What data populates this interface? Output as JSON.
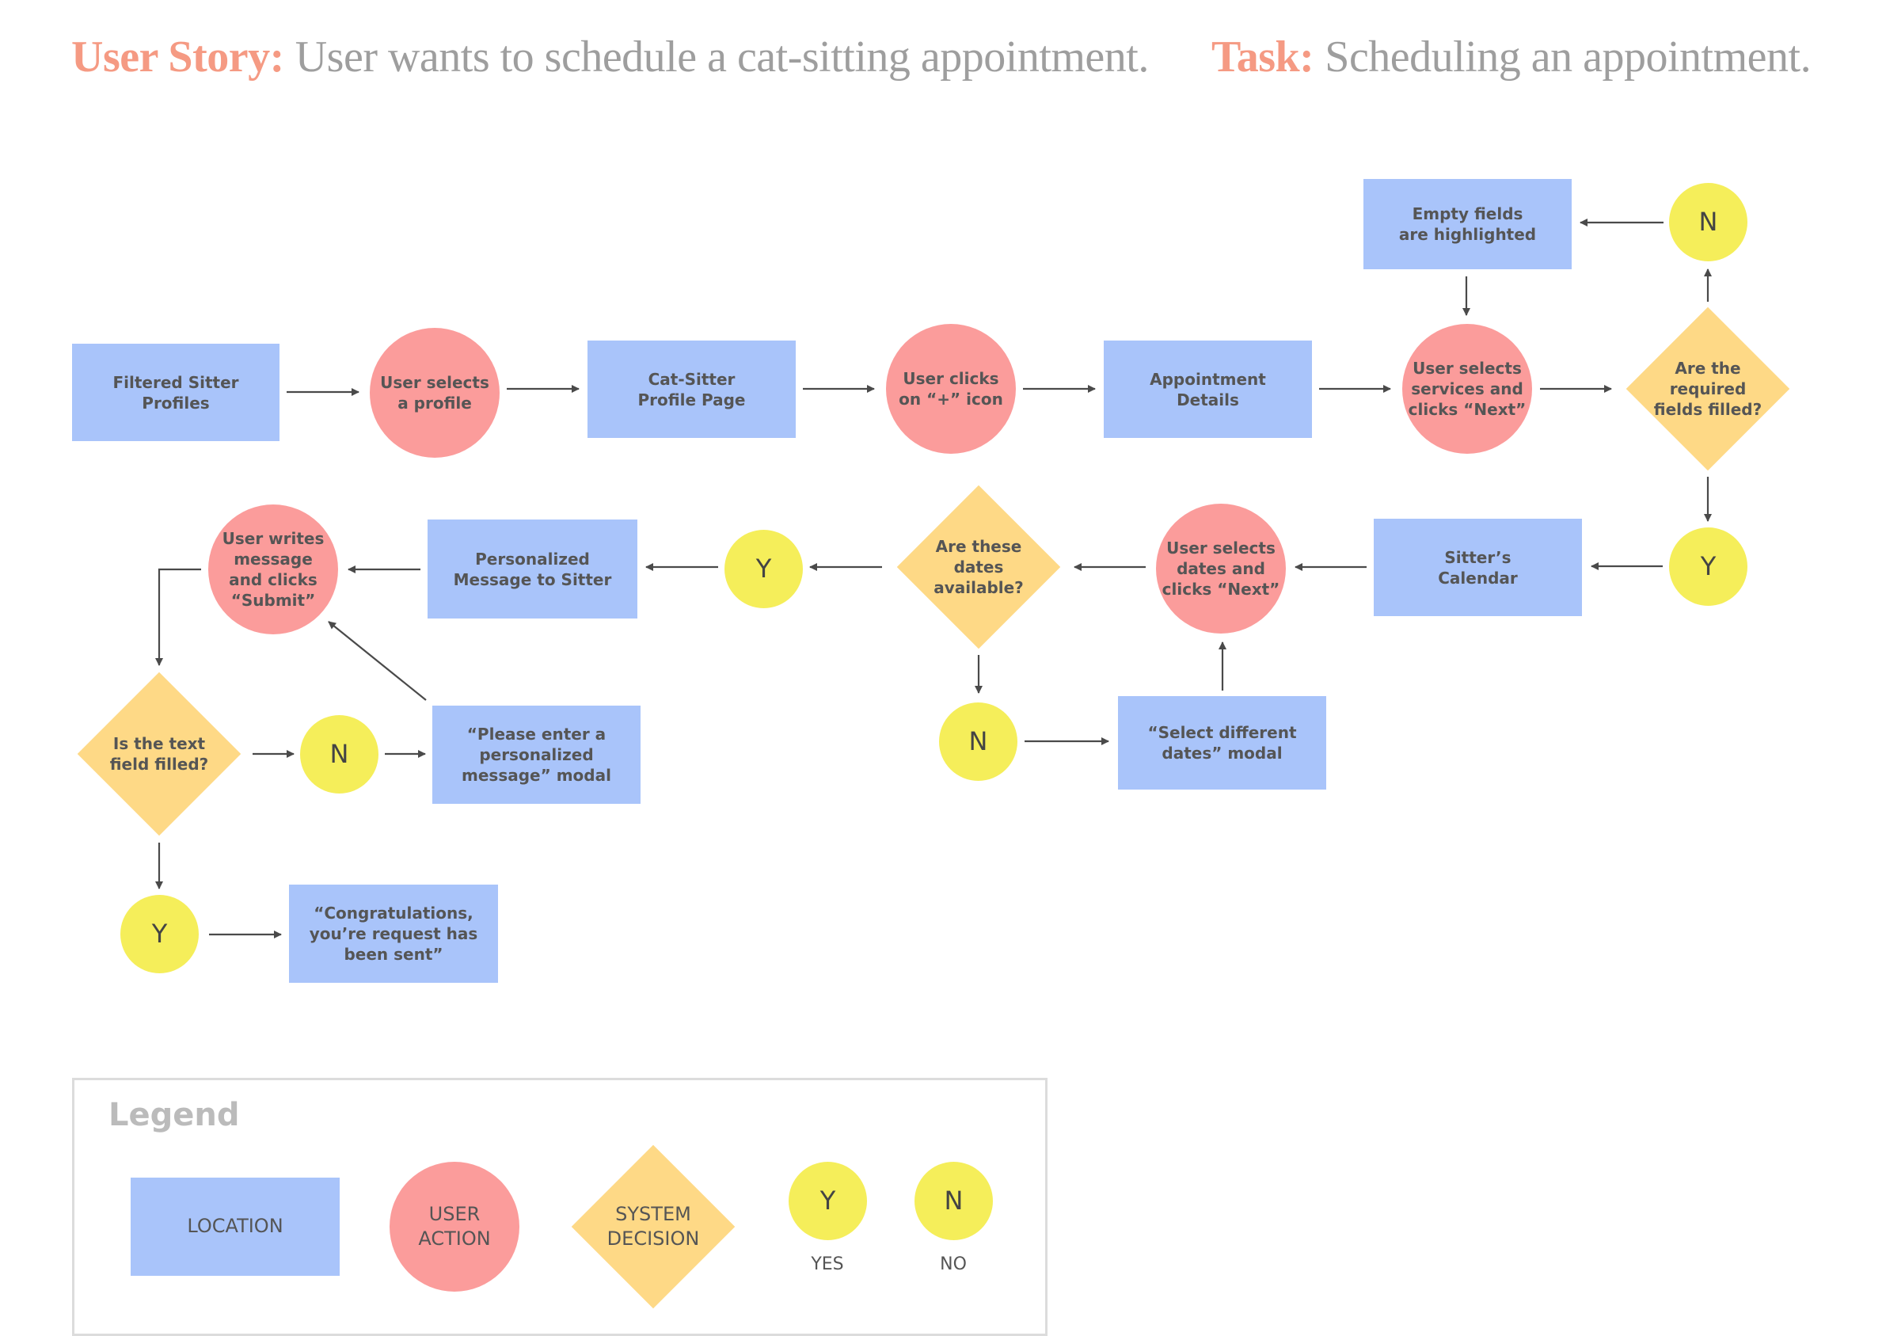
{
  "header": {
    "story_label": "User Story:",
    "story_text": "User wants to schedule a cat-sitting appointment.",
    "task_label": "Task:",
    "task_text": "Scheduling an appointment."
  },
  "nodes": {
    "filtered_profiles": "Filtered Sitter\nProfiles",
    "user_selects_profile": "User selects\na profile",
    "profile_page": "Cat-Sitter\nProfile Page",
    "user_clicks_plus": "User clicks\non “+” icon",
    "appointment_details": "Appointment\nDetails",
    "user_selects_services": "User selects\nservices and\nclicks “Next”",
    "required_filled": "Are the\nrequired\nfields filled?",
    "empty_highlighted": "Empty fields\nare highlighted",
    "n_required": "N",
    "y_required": "Y",
    "sitter_calendar": "Sitter’s\nCalendar",
    "user_selects_dates": "User selects\ndates and\nclicks “Next”",
    "dates_available": "Are these\ndates\navailable?",
    "y_dates": "Y",
    "n_dates": "N",
    "select_different": "“Select different\ndates” modal",
    "personalized_message": "Personalized\nMessage to Sitter",
    "user_writes": "User writes\nmessage\nand clicks\n“Submit”",
    "text_filled": "Is the text\nfield filled?",
    "n_text": "N",
    "please_enter": "“Please enter a\npersonalized\nmessage” modal",
    "y_text": "Y",
    "congrats": "“Congratulations,\nyou’re request has\nbeen sent”"
  },
  "legend": {
    "title": "Legend",
    "location": "LOCATION",
    "user_action": "USER\nACTION",
    "system_decision": "SYSTEM\nDECISION",
    "yes_symbol": "Y",
    "no_symbol": "N",
    "yes_label": "YES",
    "no_label": "NO"
  },
  "colors": {
    "location": "#a9c4fa",
    "user_action": "#fb9c9b",
    "system_decision": "#fed986",
    "yes_no": "#f5ee5a",
    "heading_accent": "#f59a83",
    "heading_text": "#9e9e9e",
    "arrow": "#4a4a4a"
  }
}
